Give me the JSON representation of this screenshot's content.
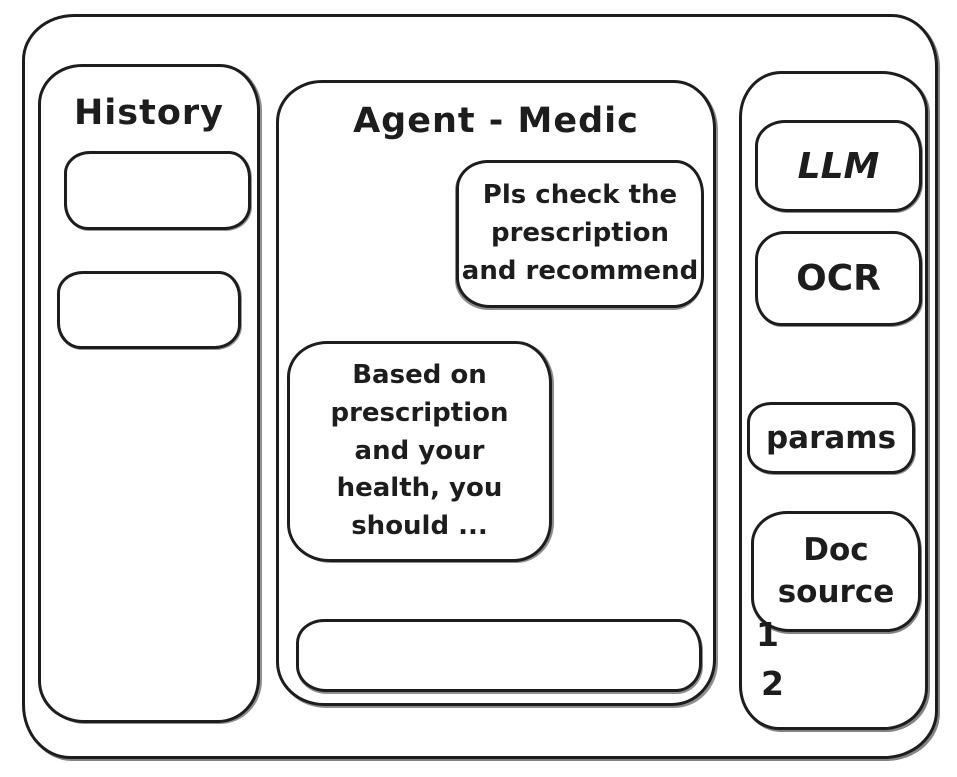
{
  "canvas": {
    "background": "#ffffff",
    "stroke_color": "#1d1d1d"
  },
  "history_sidebar": {
    "title": "History",
    "items": [
      {
        "label": ""
      },
      {
        "label": ""
      }
    ]
  },
  "chat": {
    "title": "Agent - Medic",
    "messages": [
      {
        "role": "user",
        "text": "Pls check the\nprescription\nand recommend"
      },
      {
        "role": "agent",
        "text": "Based on\nprescription\nand your\nhealth, you\nshould ..."
      }
    ],
    "input": {
      "value": "",
      "placeholder": ""
    }
  },
  "tools_sidebar": {
    "buttons": [
      {
        "label": "LLM"
      },
      {
        "label": "OCR"
      },
      {
        "label": "params"
      },
      {
        "label": "Doc\nsource"
      }
    ],
    "doc_sources": [
      "1",
      "2"
    ]
  }
}
